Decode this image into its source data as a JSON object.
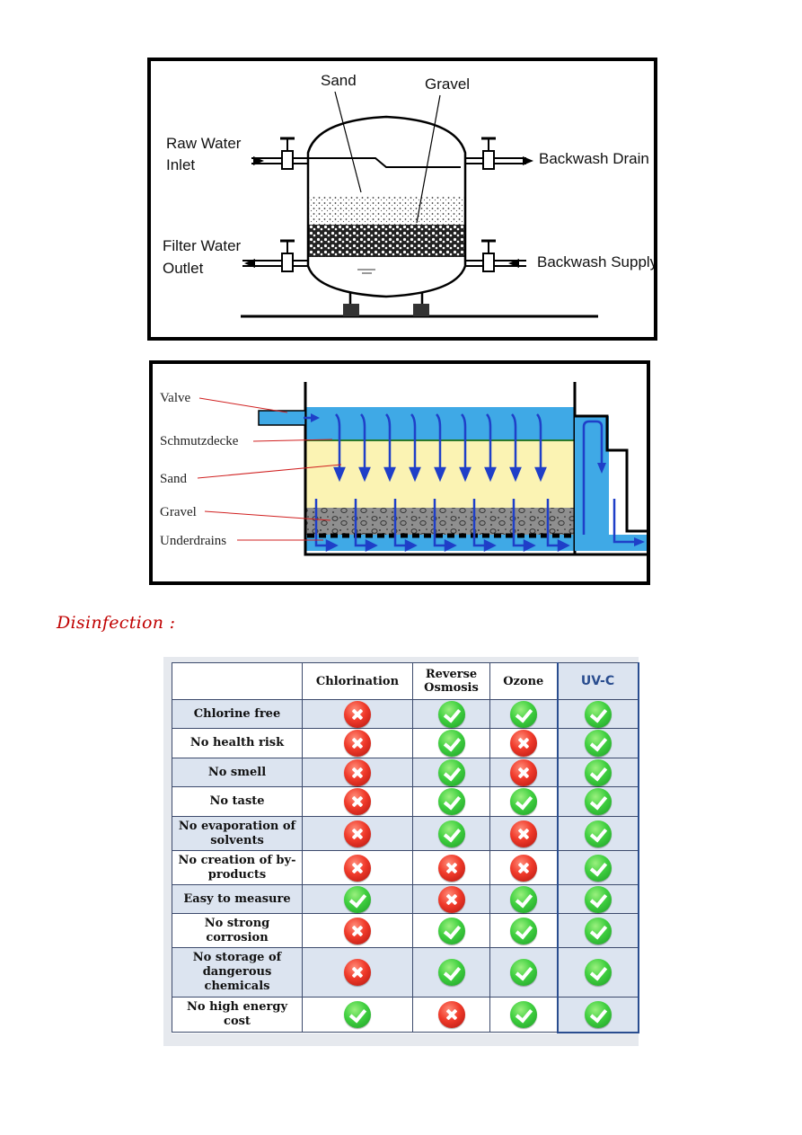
{
  "figure1": {
    "labels": {
      "sand": "Sand",
      "gravel": "Gravel",
      "raw_water_1": "Raw Water",
      "raw_water_2": "Inlet",
      "backwash_drain": "Backwash Drain",
      "filter_water_1": "Filter Water",
      "filter_water_2": "Outlet",
      "backwash_supply": "Backwash Supply"
    }
  },
  "figure2": {
    "labels": {
      "valve": "Valve",
      "schmutzdecke": "Schmutzdecke",
      "sand": "Sand",
      "gravel": "Gravel",
      "underdrains": "Underdrains"
    }
  },
  "section": {
    "heading": "Disinfection :"
  },
  "comparison": {
    "columns": [
      "Chlorination",
      "Reverse Osmosis",
      "Ozone",
      "UV-C"
    ],
    "rows": [
      {
        "label": "Chlorine free",
        "values": [
          "no",
          "yes",
          "yes",
          "yes"
        ]
      },
      {
        "label": "No health risk",
        "values": [
          "no",
          "yes",
          "no",
          "yes"
        ]
      },
      {
        "label": "No smell",
        "values": [
          "no",
          "yes",
          "no",
          "yes"
        ]
      },
      {
        "label": "No taste",
        "values": [
          "no",
          "yes",
          "yes",
          "yes"
        ]
      },
      {
        "label": "No evaporation of solvents",
        "values": [
          "no",
          "yes",
          "no",
          "yes"
        ]
      },
      {
        "label": "No creation of by-products",
        "values": [
          "no",
          "no",
          "no",
          "yes"
        ]
      },
      {
        "label": "Easy to measure",
        "values": [
          "yes",
          "no",
          "yes",
          "yes"
        ]
      },
      {
        "label": "No strong corrosion",
        "values": [
          "no",
          "yes",
          "yes",
          "yes"
        ]
      },
      {
        "label": "No storage of dangerous chemicals",
        "values": [
          "no",
          "yes",
          "yes",
          "yes"
        ]
      },
      {
        "label": "No high energy cost",
        "values": [
          "yes",
          "no",
          "yes",
          "yes"
        ]
      }
    ],
    "icons": {
      "yes": "green-check-icon",
      "no": "red-cross-icon"
    },
    "colors": {
      "yes": "#3fcf3f",
      "no": "#f03a2a",
      "uv_header": "#2a4d8f",
      "row_band": "#dce4f0"
    }
  }
}
